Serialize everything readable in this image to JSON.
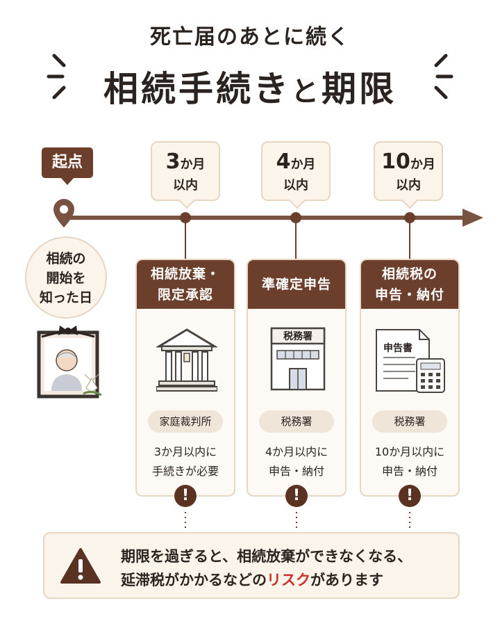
{
  "title": {
    "sub": "死亡届のあとに続く",
    "main_part1": "相続手続き",
    "main_part2": "と",
    "main_part3": "期限"
  },
  "origin": {
    "badge": "起点",
    "circle_lines": [
      "相続の",
      "開始を",
      "知った日"
    ]
  },
  "deadlines": [
    {
      "num": "3",
      "unit": "か月",
      "suffix": "以内"
    },
    {
      "num": "4",
      "unit": "か月",
      "suffix": "以内"
    },
    {
      "num": "10",
      "unit": "か月",
      "suffix": "以内"
    }
  ],
  "cards": [
    {
      "title_lines": [
        "相続放棄・",
        "限定承認"
      ],
      "office": "家庭裁判所",
      "note_lines": [
        "3か月以内に",
        "手続きが必要"
      ]
    },
    {
      "title_lines": [
        "準確定申告"
      ],
      "office": "税務署",
      "note_lines": [
        "4か月以内に",
        "申告・納付"
      ]
    },
    {
      "title_lines": [
        "相続税の",
        "申告・納付"
      ],
      "office": "税務署",
      "note_lines": [
        "10か月以内に",
        "申告・納付"
      ]
    }
  ],
  "icons": {
    "building_label": "税務署",
    "document_label": "申告書",
    "warn_symbol": "!"
  },
  "notice": {
    "line1": "期限を過ぎると、相続放棄ができなくなる、",
    "line2_before": "延滞税がかかるなどの",
    "line2_risk": "リスク",
    "line2_after": "があります"
  },
  "colors": {
    "brown": "#6b3f2c",
    "cream": "#fbf4ea",
    "risk_red": "#c9302c"
  }
}
